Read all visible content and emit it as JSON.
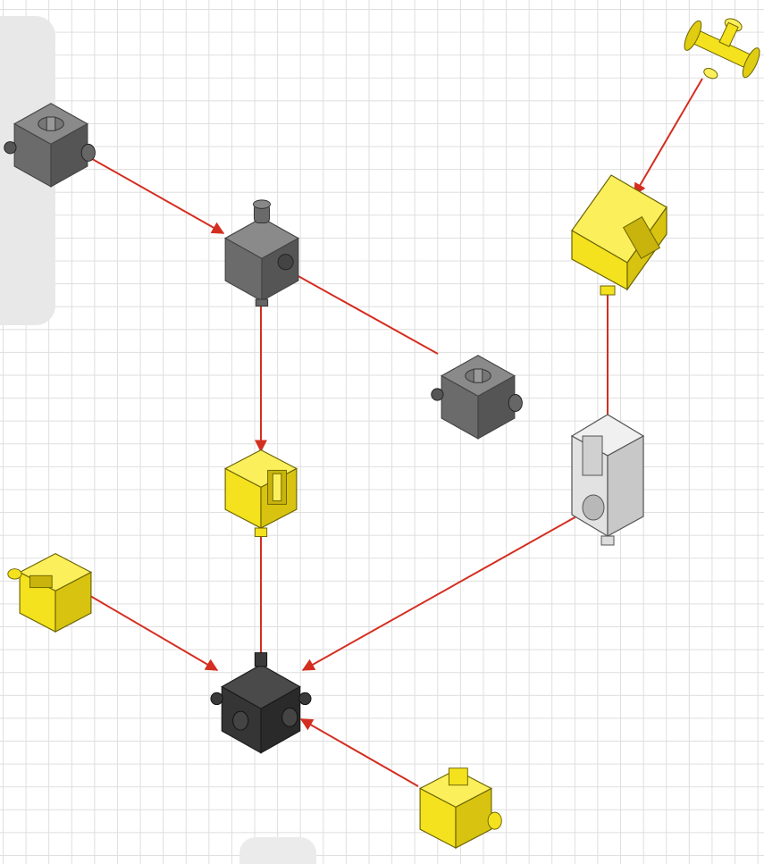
{
  "diagram": {
    "title": "",
    "colors": {
      "grid_line": "#dedede",
      "background": "#ffffff",
      "panel": "#e8e8e8",
      "arrow": "#d42e20",
      "block_gray": "#5c5c5c",
      "block_dark": "#2e2e2e",
      "part_yellow": "#f4e21e",
      "part_light": "#e2e2e2"
    },
    "parts": [
      {
        "id": "gray-cube-top-left",
        "kind": "building-block",
        "color": "gray"
      },
      {
        "id": "gray-cube-center",
        "kind": "building-block",
        "color": "gray"
      },
      {
        "id": "gray-cube-right",
        "kind": "building-block",
        "color": "gray"
      },
      {
        "id": "yellow-clip-center",
        "kind": "clip-block",
        "color": "yellow"
      },
      {
        "id": "yellow-clip-left",
        "kind": "clip-block",
        "color": "yellow"
      },
      {
        "id": "black-cube-hub",
        "kind": "building-block",
        "color": "black"
      },
      {
        "id": "yellow-clip-bottom",
        "kind": "clip-block",
        "color": "yellow"
      },
      {
        "id": "yellow-spool-top",
        "kind": "spool-connector",
        "color": "yellow"
      },
      {
        "id": "yellow-angle-block",
        "kind": "angle-block",
        "color": "yellow"
      },
      {
        "id": "gray-holder-block",
        "kind": "holder-block",
        "color": "light-gray"
      }
    ],
    "connections": [
      {
        "from": "gray-cube-top-left",
        "to": "gray-cube-center"
      },
      {
        "from": "gray-cube-right",
        "to": "gray-cube-center"
      },
      {
        "from": "gray-cube-center",
        "to": "yellow-clip-center"
      },
      {
        "from": "yellow-clip-center",
        "to": "black-cube-hub"
      },
      {
        "from": "yellow-clip-left",
        "to": "black-cube-hub"
      },
      {
        "from": "gray-holder-block",
        "to": "black-cube-hub"
      },
      {
        "from": "yellow-clip-bottom",
        "to": "black-cube-hub"
      },
      {
        "from": "yellow-spool-top",
        "to": "yellow-angle-block"
      },
      {
        "from": "yellow-angle-block",
        "to": "gray-holder-block"
      }
    ]
  }
}
